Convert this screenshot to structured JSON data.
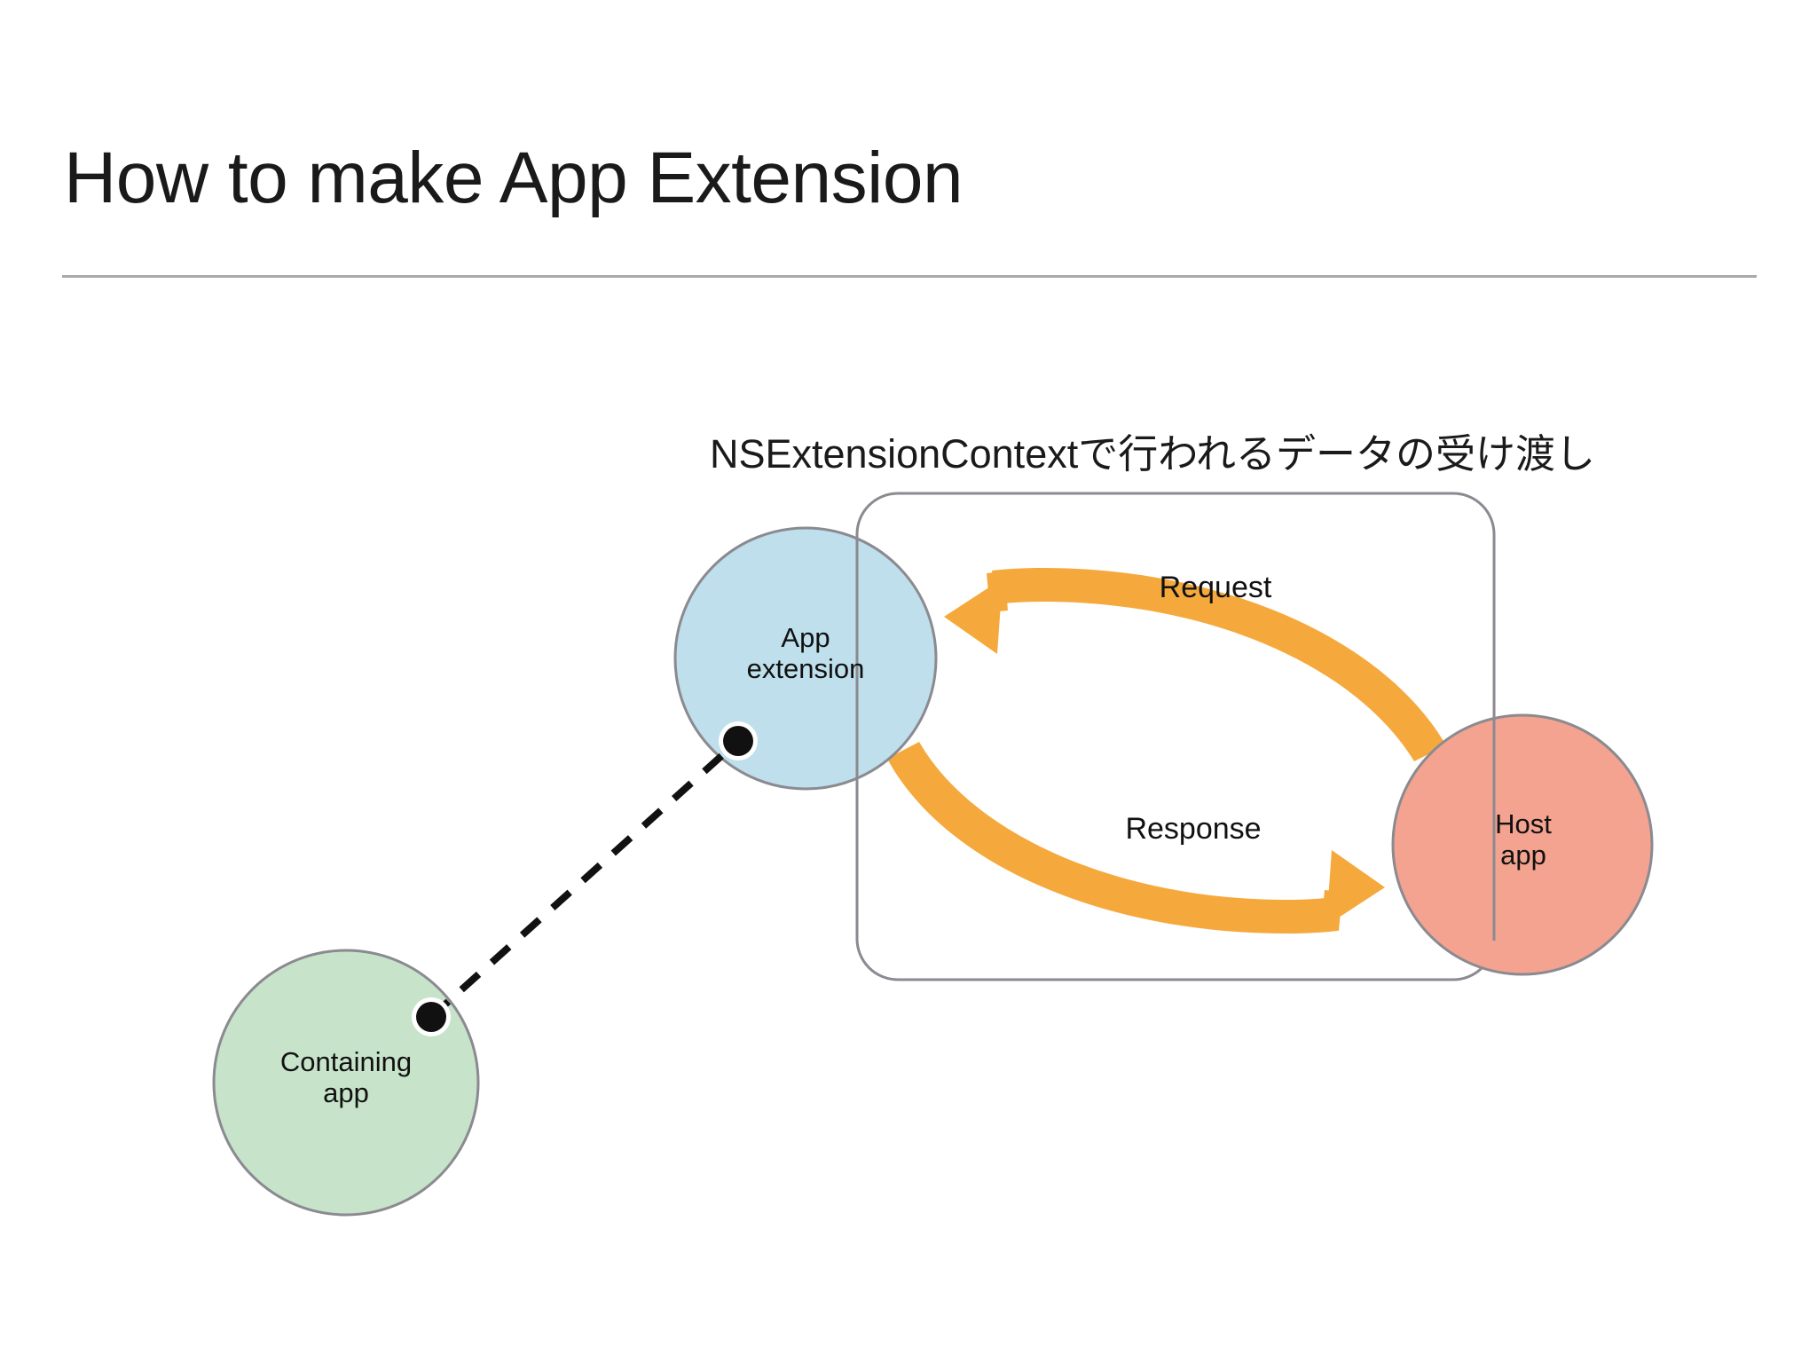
{
  "slide": {
    "title": "How to make App Extension",
    "background_color": "#ffffff",
    "rule_color": "#a9a9a9"
  },
  "diagram": {
    "caption": "NSExtensionContextで行われるデータの受け渡し",
    "container": {
      "name": "extension-context-boundary",
      "stroke_color": "#8a8a90"
    },
    "nodes": [
      {
        "id": "app-extension",
        "label": "App\nextension",
        "fill_color": "#bedfeb",
        "stroke_color": "#8a8a90"
      },
      {
        "id": "host-app",
        "label": "Host\napp",
        "fill_color": "#f3a390",
        "stroke_color": "#8a8a90"
      },
      {
        "id": "containing-app",
        "label": "Containing\napp",
        "fill_color": "#c7e3ca",
        "stroke_color": "#8a8a90"
      }
    ],
    "flows": [
      {
        "id": "request",
        "label": "Request",
        "from": "host-app",
        "to": "app-extension",
        "color": "#f5a93d"
      },
      {
        "id": "response",
        "label": "Response",
        "from": "app-extension",
        "to": "host-app",
        "color": "#f5a93d"
      }
    ],
    "link": {
      "id": "containing-to-extension",
      "style": "dashed",
      "color": "#111111",
      "endpoint_color": "#111111",
      "endpoint_ring_color": "#ffffff"
    }
  }
}
